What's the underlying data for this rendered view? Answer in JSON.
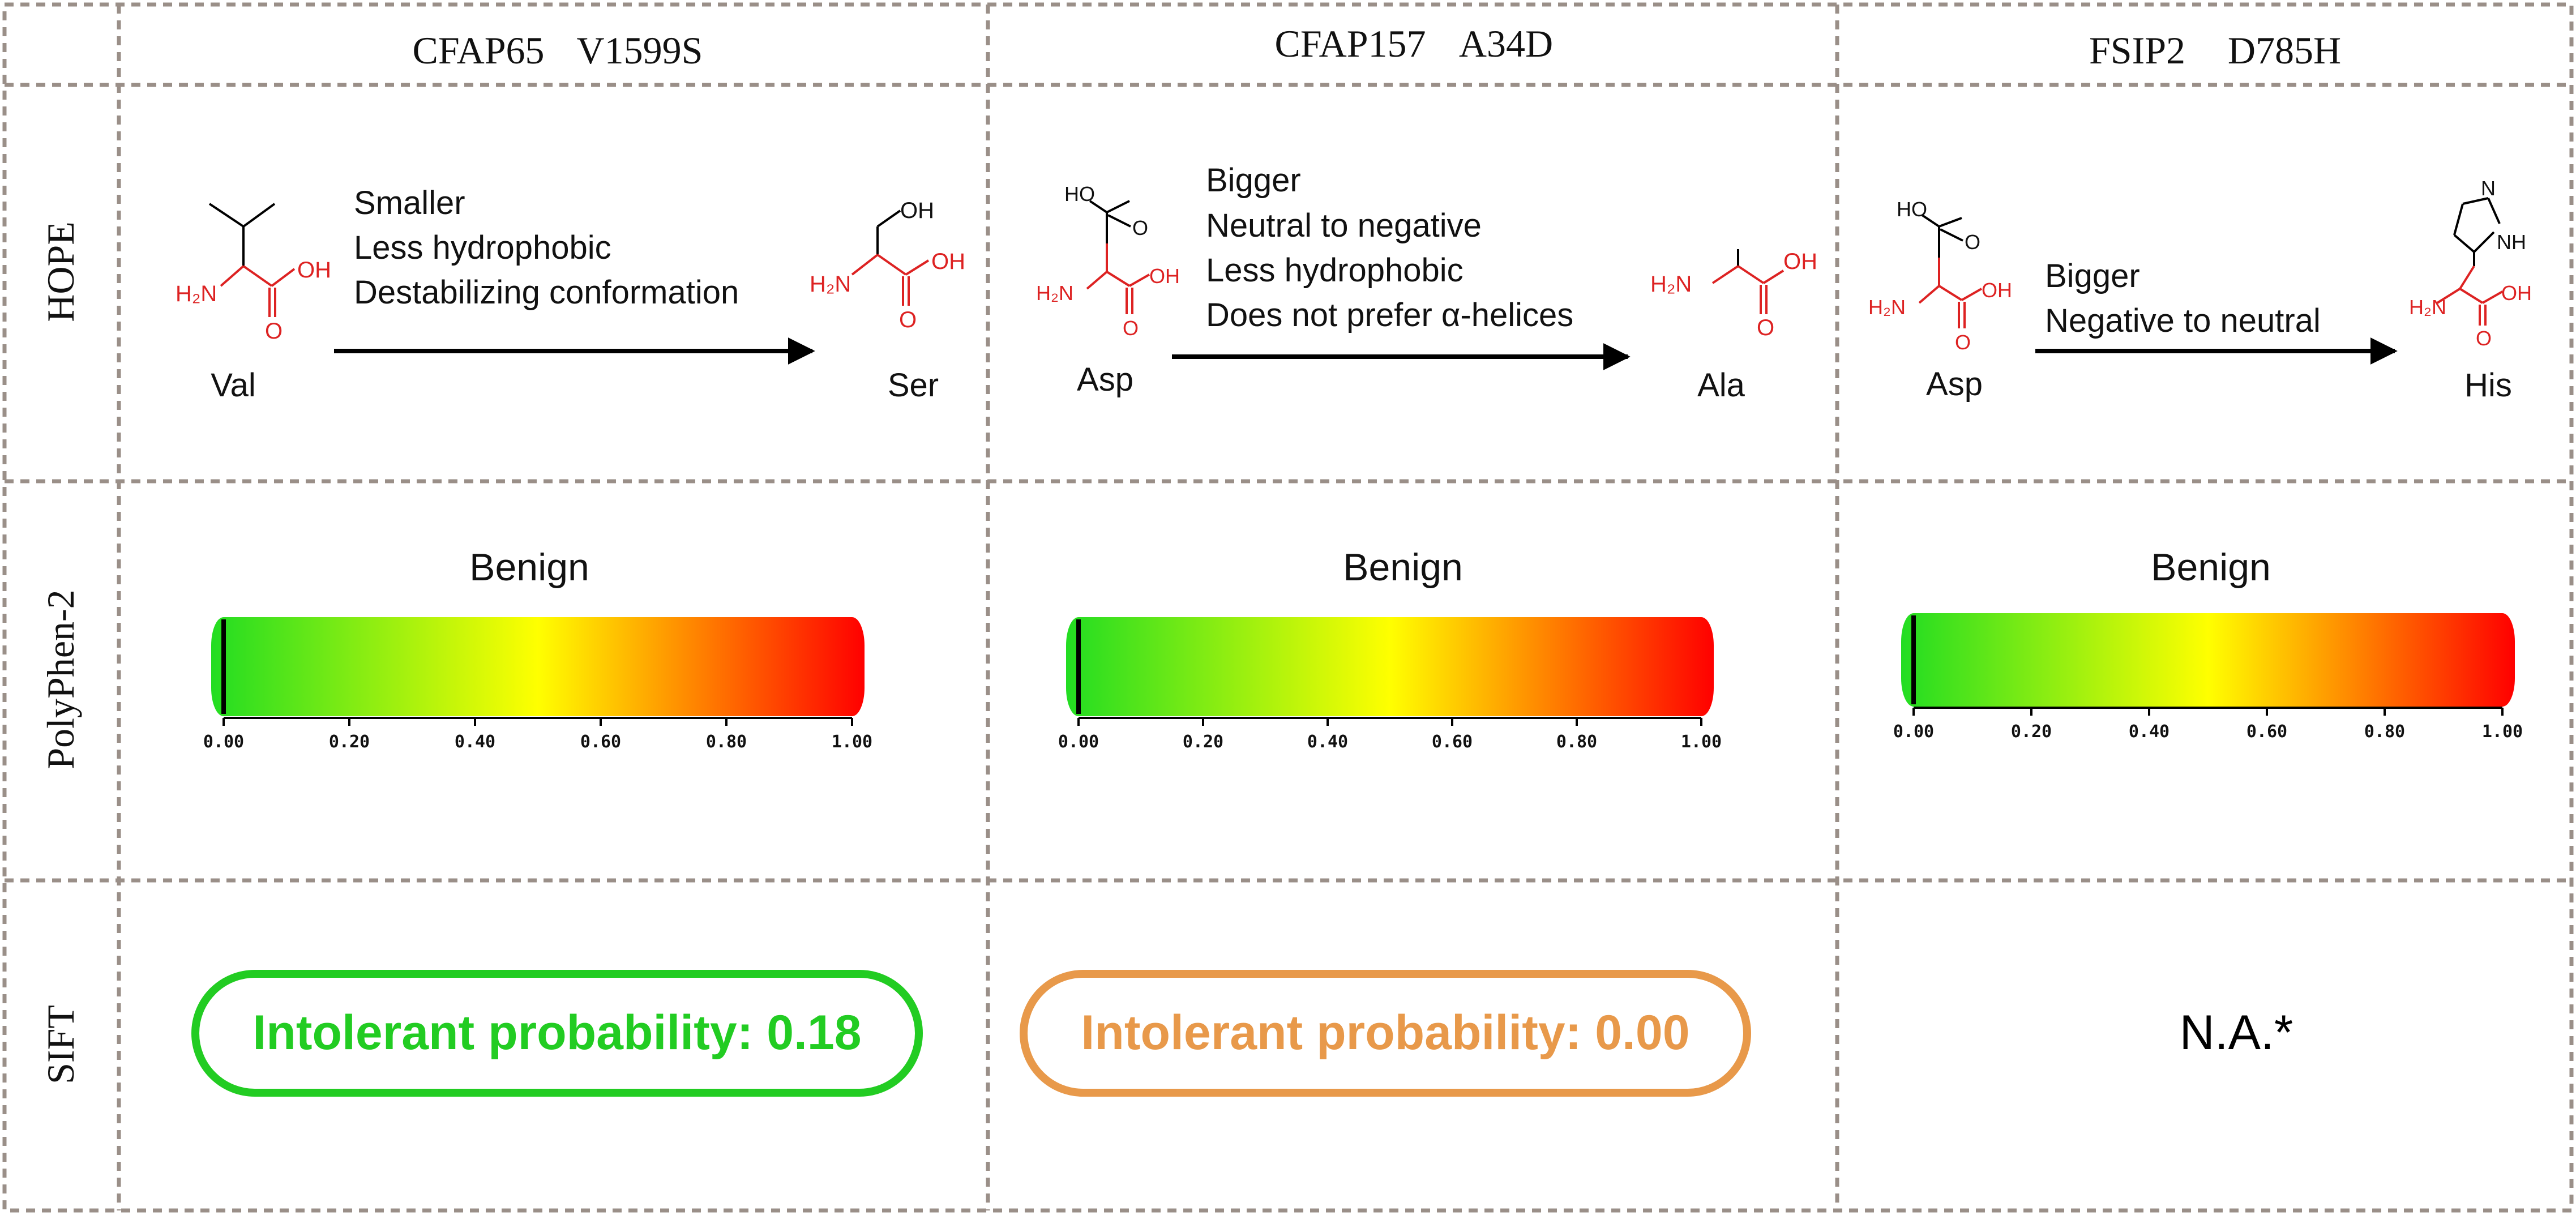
{
  "columns": [
    {
      "gene": "CFAP65",
      "variant": "V1599S"
    },
    {
      "gene": "CFAP157",
      "variant": "A34D"
    },
    {
      "gene": "FSIP2",
      "variant": "D785H"
    }
  ],
  "rows": [
    "HOPE",
    "PolyPhen-2",
    "SIFT"
  ],
  "hope": [
    {
      "from": "Val",
      "to": "Ser",
      "effects": [
        "Smaller",
        "Less hydrophobic",
        "Destabilizing conformation"
      ]
    },
    {
      "from": "Asp",
      "to": "Ala",
      "effects": [
        "Bigger",
        "Neutral to negative",
        "Less hydrophobic",
        "Does not prefer α-helices"
      ]
    },
    {
      "from": "Asp",
      "to": "His",
      "effects": [
        "Bigger",
        "Negative to neutral"
      ]
    }
  ],
  "structure_labels": {
    "amine": "H₂N",
    "hydroxyl": "OH",
    "oxygen": "O",
    "imidazole_nh": "NH",
    "imidazole_n": "N",
    "hydroxyl_left": "HO"
  },
  "polyphen": {
    "ticks": [
      "0.00",
      "0.20",
      "0.40",
      "0.60",
      "0.80",
      "1.00"
    ],
    "items": [
      {
        "label": "Benign",
        "score": 0.0
      },
      {
        "label": "Benign",
        "score": 0.0
      },
      {
        "label": "Benign",
        "score": 0.0
      }
    ],
    "gradient": [
      "#22dd22",
      "#ffff00",
      "#ff0000"
    ]
  },
  "sift": [
    {
      "text": "Intolerant probability: 0.18",
      "color": "#22cc22"
    },
    {
      "text": "Intolerant probability: 0.00",
      "color": "#e8994a"
    },
    {
      "text": "N.A.*",
      "color": "#000000"
    }
  ],
  "colors": {
    "grid": "#9a8f88",
    "chem": "#dd2222",
    "bond": "#000000"
  }
}
